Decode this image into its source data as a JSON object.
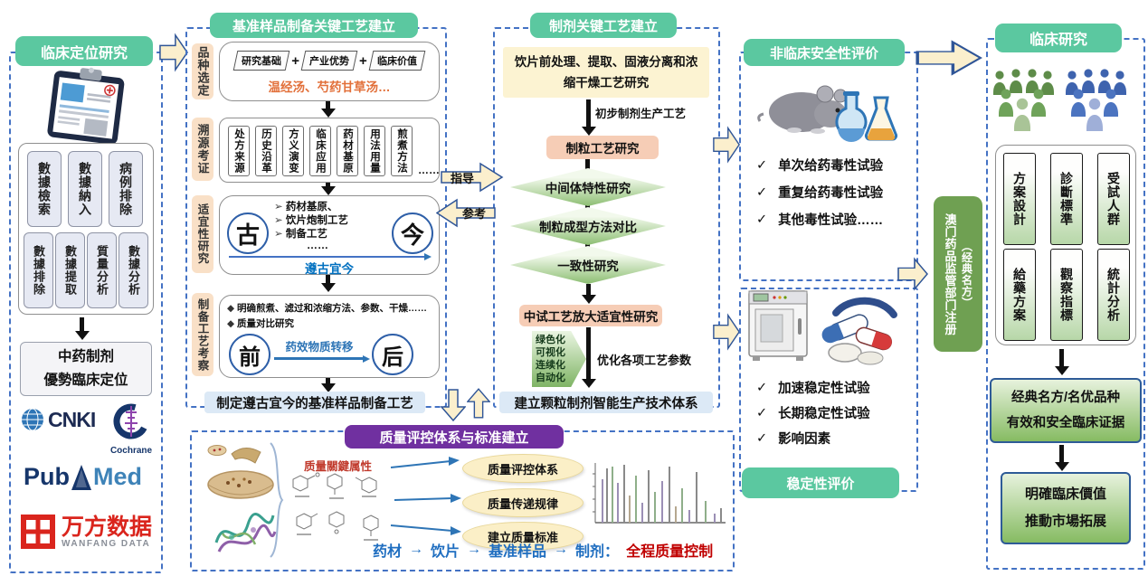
{
  "glyphs": {
    "plus": "+",
    "check": "✓",
    "chevron": "➢",
    "diamond": "◆",
    "dots": "……",
    "arrow": "→"
  },
  "left": {
    "title": "临床定位研究",
    "row1": [
      "數據檢索",
      "數據納入",
      "病例排除"
    ],
    "row2": [
      "數據排除",
      "數據提取",
      "質量分析",
      "數據分析"
    ],
    "result1": "中药制剂",
    "result2": "優勢臨床定位",
    "cnki": "CNKI",
    "cochrane": "Cochrane",
    "pub": "Pub",
    "med": "Med",
    "wanfang": "万方数据",
    "wanfang_en": "WANFANG DATA"
  },
  "benchmark": {
    "title": "基准样品制备关键工艺建立",
    "labels": [
      "品种选定",
      "溯源考证",
      "适宜性研究",
      "制备工艺考察"
    ],
    "selection": {
      "chips": [
        "研究基础",
        "产业优势",
        "临床价值"
      ],
      "examples": "温经汤、芍药甘草汤…"
    },
    "tracing": [
      "处方来源",
      "历史沿革",
      "方义演变",
      "临床应用",
      "药材基原",
      "用法用量",
      "煎煮方法"
    ],
    "suitability": {
      "ancient": "古",
      "modern": "今",
      "bullets": [
        "药材基原、",
        "饮片炮制工艺",
        "制备工艺"
      ],
      "slogan": "遵古宜今"
    },
    "process": {
      "b1": "明确煎煮、滤过和浓缩方法、参数、干燥……",
      "b2": "质量对比研究",
      "before": "前",
      "after": "后",
      "transfer": "药效物质转移"
    },
    "conclusion": "制定遵古宜今的基准样品制备工艺"
  },
  "connectors": {
    "guide": "指导",
    "reference": "参考"
  },
  "formulation": {
    "title": "制剂关键工艺建立",
    "step1": "饮片前处理、提取、固液分离和浓缩干燥工艺研究",
    "step1_note": "初步制剂生产工艺",
    "granulation": "制粒工艺研究",
    "diamonds": [
      "中间体特性研究",
      "制粒成型方法对比",
      "一致性研究"
    ],
    "pilot": "中试工艺放大适宜性研究",
    "tags": [
      "绿色化",
      "可视化",
      "连续化",
      "自动化"
    ],
    "optimize": "优化各项工艺参数",
    "conclusion": "建立颗粒制剂智能生产技术体系"
  },
  "quality": {
    "title": "质量评控体系与标准建立",
    "attribute": "质量關鍵属性",
    "ellipses": [
      "质量评控体系",
      "质量传递规律",
      "建立质量标准"
    ],
    "chain": [
      "药材",
      "饮片",
      "基准样品",
      "制剂："
    ],
    "chain_tail": "全程质量控制"
  },
  "safety": {
    "title": "非临床安全性评价",
    "items": [
      "单次给药毒性试验",
      "重复给药毒性试验",
      "其他毒性试验……"
    ]
  },
  "stability": {
    "title": "稳定性评价",
    "items": [
      "加速稳定性试验",
      "长期稳定性试验",
      "影响因素"
    ]
  },
  "registration": {
    "main": "澳门药品监管部门注册",
    "paren": "（经典名方）"
  },
  "clinical": {
    "title": "临床研究",
    "row1": [
      "方案設計",
      "診斷標準",
      "受試人群"
    ],
    "row2": [
      "給藥方案",
      "觀察指標",
      "統計分析"
    ],
    "evidence1": "经典名方/名优品种",
    "evidence2": "有效和安全臨床证据",
    "value1": "明確臨床價值",
    "value2": "推動市場拓展"
  }
}
